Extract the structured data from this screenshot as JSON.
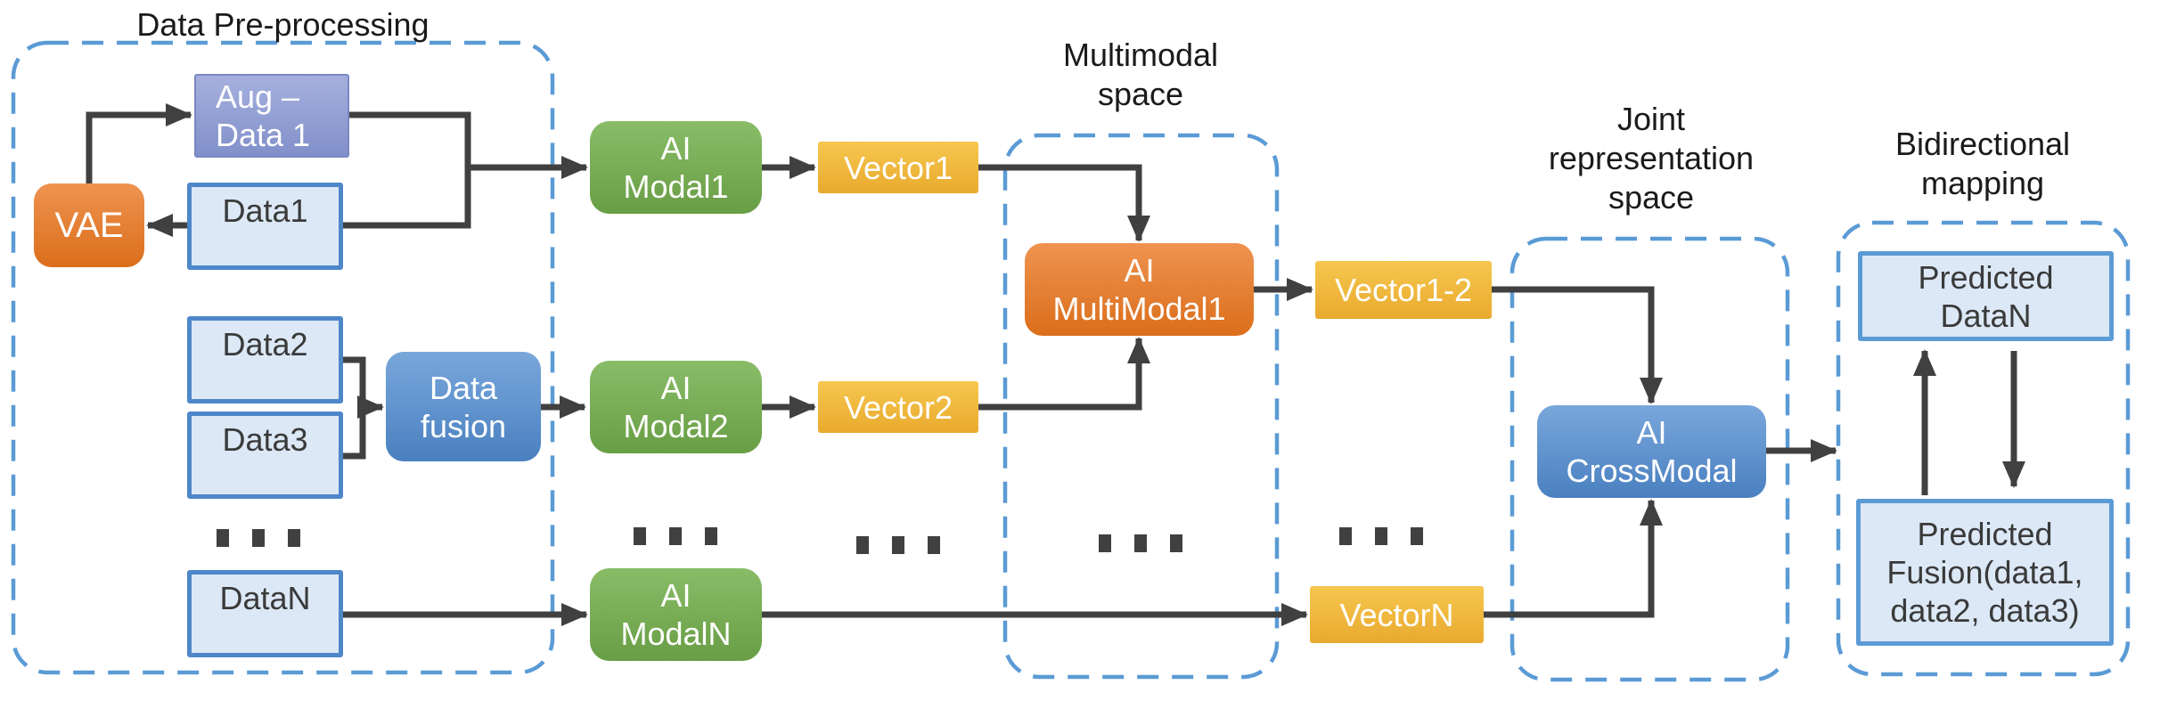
{
  "titles": {
    "preprocessing": "Data Pre-processing",
    "multimodal": "Multimodal\nspace",
    "joint": "Joint\nrepresentation\nspace",
    "bidirectional": "Bidirectional\nmapping"
  },
  "nodes": {
    "aug_data1": "Aug –\nData 1",
    "vae": "VAE",
    "data1": "Data1",
    "data2": "Data2",
    "data3": "Data3",
    "dataN": "DataN",
    "data_fusion": "Data\nfusion",
    "ai_modal1": "AI\nModal1",
    "ai_modal2": "AI\nModal2",
    "ai_modalN": "AI\nModalN",
    "vector1": "Vector1",
    "vector2": "Vector2",
    "vector1_2": "Vector1-2",
    "vectorN": "VectorN",
    "ai_multimodal1": "AI\nMultiModal1",
    "ai_crossmodal": "AI\nCrossModal",
    "predicted_dataN": "Predicted\nDataN",
    "predicted_fusion": "Predicted\nFusion(data1,\ndata2, data3)"
  },
  "colors": {
    "dash_blue": "#5B9BD5",
    "arrow_gray": "#404040",
    "green_light": "#89BC67",
    "green_dark": "#689E45",
    "orange_light": "#EE9350",
    "orange_dark": "#DB6E1B",
    "yellow_light": "#F6C74F",
    "yellow_dark": "#E9AA2E",
    "blue_light": "#79A7DB",
    "blue_dark": "#4A80C0",
    "purple_light": "#A5B0DD",
    "purple_dark": "#8290CA",
    "databox_fill": "#DCE8F6",
    "databox_border": "#4E87C9",
    "predbox_border": "#5B9BD5",
    "text_dark": "#3A3A3A",
    "title_color": "#1A1A1A"
  }
}
